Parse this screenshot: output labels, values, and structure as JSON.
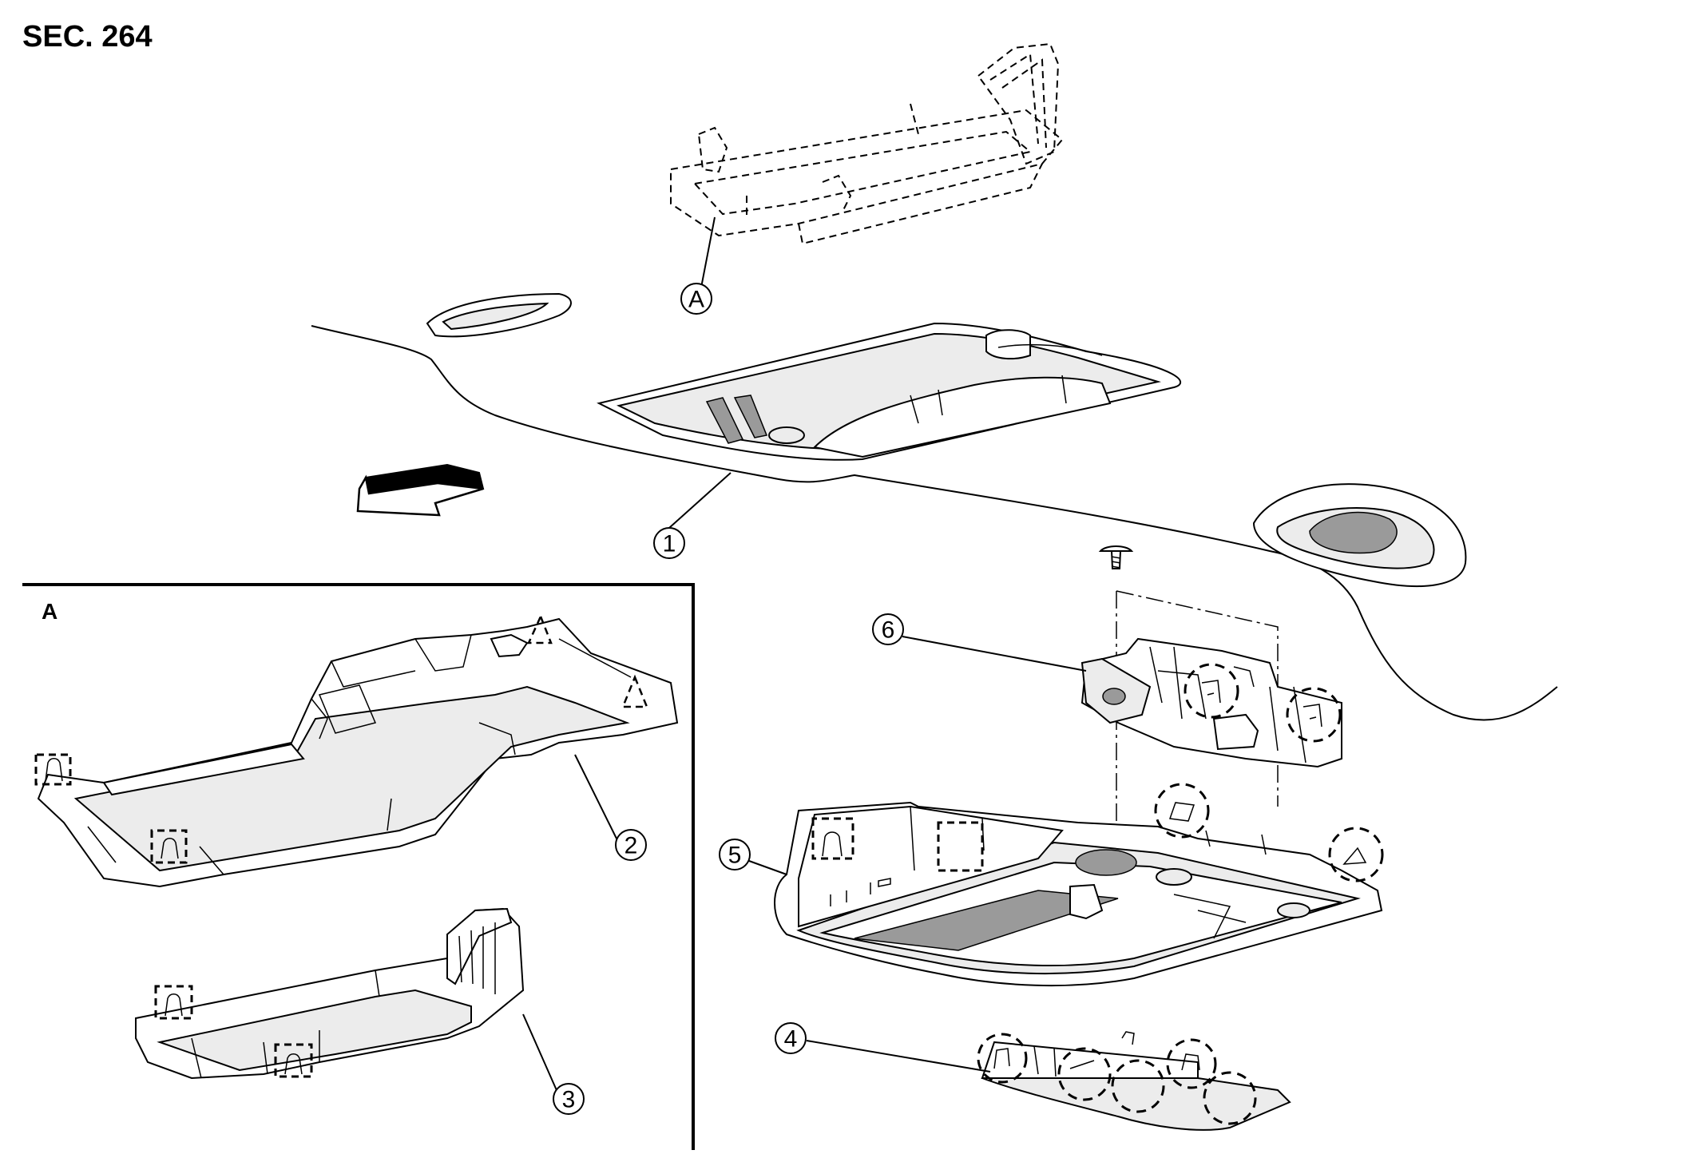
{
  "section_label": "SEC. 264",
  "detail_label": "A",
  "callouts": [
    {
      "id": "A",
      "label": "A"
    },
    {
      "id": "1",
      "label": "1"
    },
    {
      "id": "2",
      "label": "2"
    },
    {
      "id": "3",
      "label": "3"
    },
    {
      "id": "4",
      "label": "4"
    },
    {
      "id": "5",
      "label": "5"
    },
    {
      "id": "6",
      "label": "6"
    }
  ]
}
